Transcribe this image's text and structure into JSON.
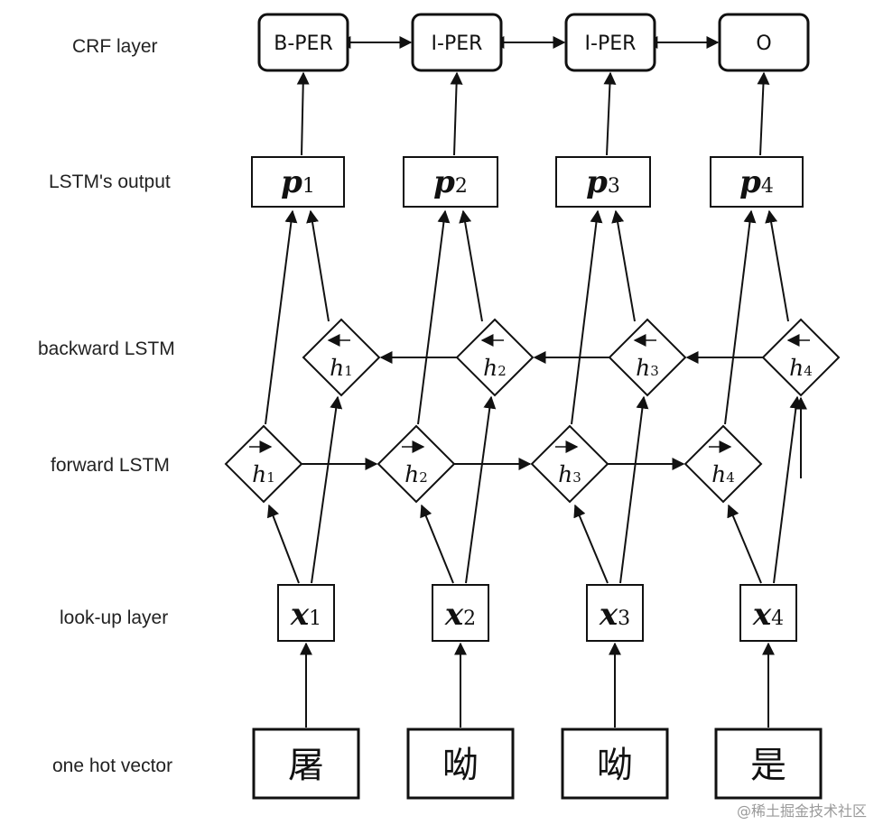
{
  "layers": {
    "crf": "CRF layer",
    "output": "LSTM's output",
    "backward": "backward LSTM",
    "forward": "forward LSTM",
    "lookup": "look-up layer",
    "onehot": "one hot vector"
  },
  "columns": [
    {
      "tag": "B-PER",
      "p_sym": "p",
      "p_idx": "1",
      "h_sym": "h",
      "h_idx": "1",
      "x_sym": "x",
      "x_idx": "1",
      "char": "屠"
    },
    {
      "tag": "I-PER",
      "p_sym": "p",
      "p_idx": "2",
      "h_sym": "h",
      "h_idx": "2",
      "x_sym": "x",
      "x_idx": "2",
      "char": "呦"
    },
    {
      "tag": "I-PER",
      "p_sym": "p",
      "p_idx": "3",
      "h_sym": "h",
      "h_idx": "3",
      "x_sym": "x",
      "x_idx": "3",
      "char": "呦"
    },
    {
      "tag": "O",
      "p_sym": "p",
      "p_idx": "4",
      "h_sym": "h",
      "h_idx": "4",
      "x_sym": "x",
      "x_idx": "4",
      "char": "是"
    }
  ],
  "watermark": "@稀土掘金技术社区",
  "colors": {
    "ink": "#111111",
    "label": "#222222",
    "background": "#ffffff",
    "watermark": "#9a9a9a"
  }
}
